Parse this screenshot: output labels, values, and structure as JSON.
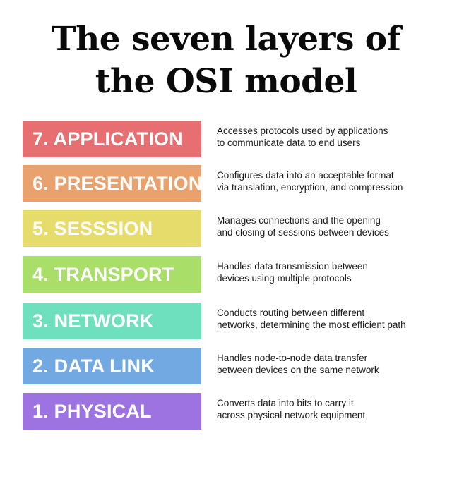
{
  "title": {
    "line1": "The seven layers of",
    "line2": "the OSI model"
  },
  "layers": [
    {
      "label": "7. APPLICATION",
      "color": "#e86f71",
      "desc": [
        "Accesses protocols used by applications",
        "to communicate data to end users"
      ]
    },
    {
      "label": "6. PRESENTATION",
      "color": "#e9a16d",
      "desc": [
        "Configures data into an acceptable format",
        "via translation, encryption, and compression"
      ]
    },
    {
      "label": "5. SESSSION",
      "color": "#e6dc6b",
      "desc": [
        "Manages connections and the opening",
        "and closing of sessions between devices"
      ]
    },
    {
      "label": "4. TRANSPORT",
      "color": "#a9df68",
      "desc": [
        "Handles data transmission between",
        "devices using multiple protocols"
      ]
    },
    {
      "label": "3. NETWORK",
      "color": "#6fe0bd",
      "desc": [
        "Conducts routing between different",
        "networks, determining the most efficient path"
      ]
    },
    {
      "label": "2. DATA LINK",
      "color": "#72a9e3",
      "desc": [
        "Handles node-to-node data transfer",
        "between devices on the same network"
      ]
    },
    {
      "label": "1. PHYSICAL",
      "color": "#9c73e0",
      "desc": [
        "Converts data into bits to carry it",
        "across physical network equipment"
      ]
    }
  ]
}
